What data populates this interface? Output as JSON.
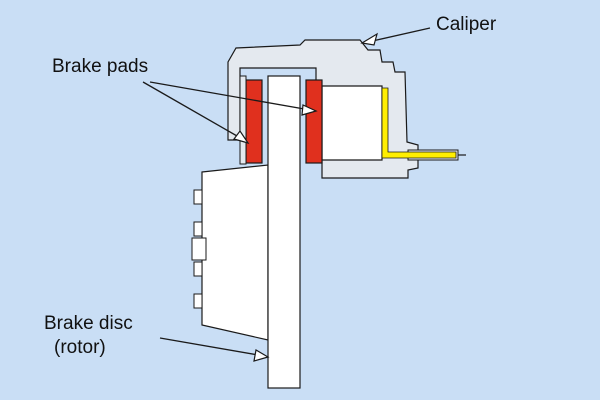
{
  "labels": {
    "caliper": "Caliper",
    "brake_pads": "Brake pads",
    "brake_disc": "Brake disc",
    "rotor": "(rotor)"
  },
  "colors": {
    "background": "#c9def5",
    "part_fill": "#ffffff",
    "caliper_fill": "#e4e9ef",
    "outline": "#1a1a1a",
    "pad": "#e0301e",
    "brake_line": "#ffee00"
  }
}
